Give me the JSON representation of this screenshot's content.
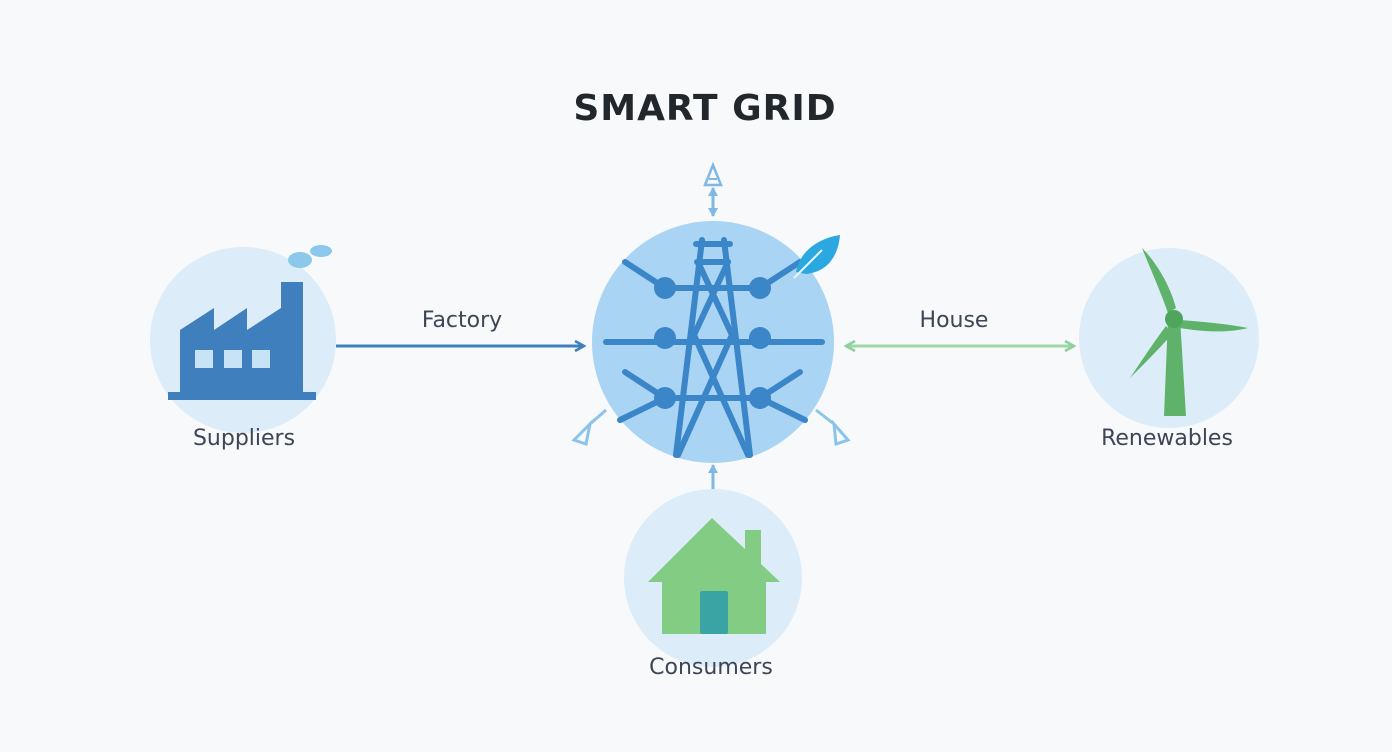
{
  "title": "SMART GRID",
  "nodes": {
    "suppliers": "Suppliers",
    "renewables": "Renewables",
    "consumers": "Consumers"
  },
  "edges": {
    "factory": "Factory",
    "house": "House"
  },
  "icons": {
    "suppliers": "factory-icon",
    "hub": "transmission-tower-icon",
    "renewables": "wind-turbine-icon",
    "consumers": "house-icon",
    "hub_badge": "leaf-icon"
  },
  "colors": {
    "supply_blue": "#3f7fbd",
    "hub_blue": "#a9d4f3",
    "tower_blue": "#3a86c8",
    "renewable_green": "#5fb26a",
    "edge_green": "#9fd6a5",
    "house_green": "#82cc84",
    "door_teal": "#3aa3a3",
    "node_ring": "#dcecf8"
  }
}
